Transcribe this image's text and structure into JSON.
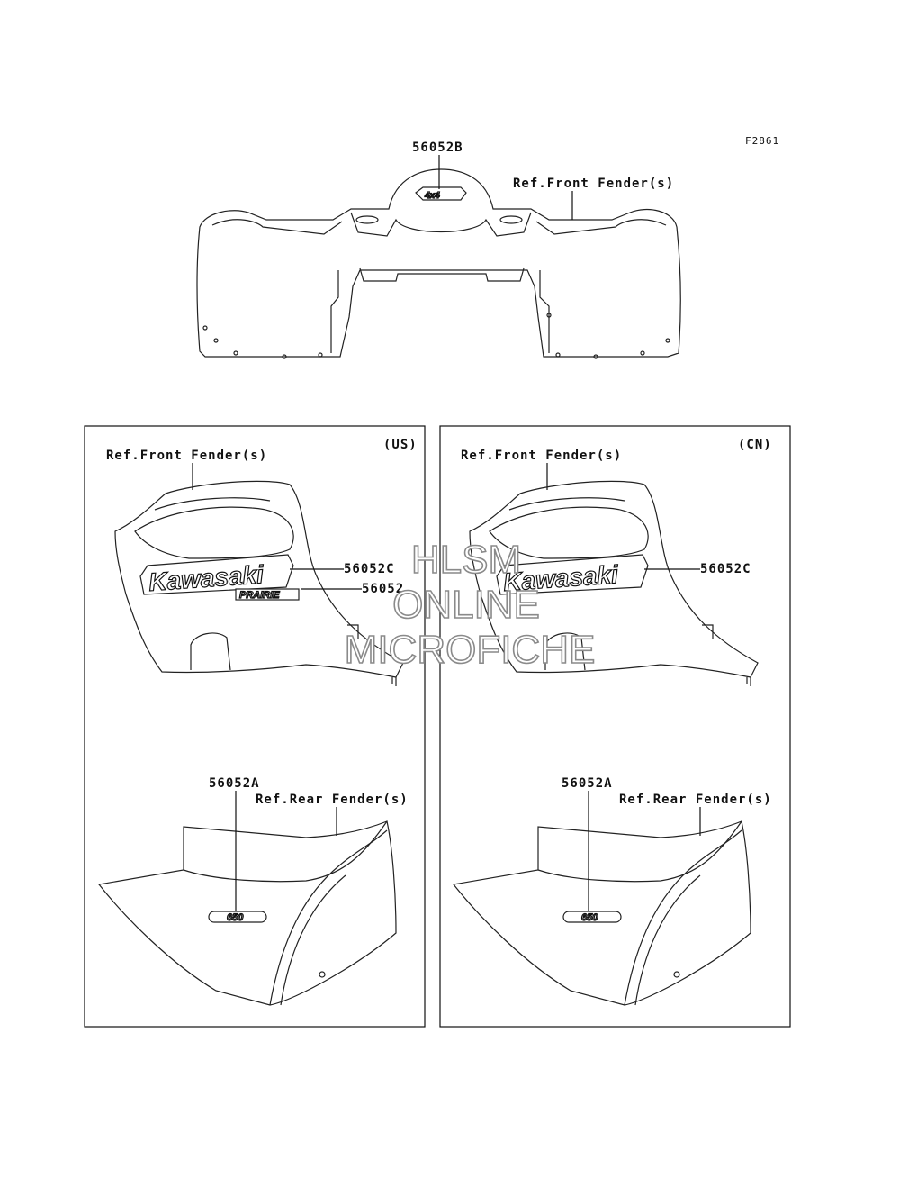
{
  "figure_code": "F2861",
  "top_view": {
    "part_label": "56052B",
    "ref_label": "Ref.Front Fender(s)",
    "emblem_text": "4x4"
  },
  "panels": [
    {
      "region": "(US)",
      "front_ref": "Ref.Front Fender(s)",
      "front_parts": [
        "56052C",
        "56052"
      ],
      "decal_main": "Kawasaki",
      "decal_sub": "PRAIRIE",
      "rear_part": "56052A",
      "rear_ref": "Ref.Rear Fender(s)",
      "rear_emblem": "650"
    },
    {
      "region": "(CN)",
      "front_ref": "Ref.Front Fender(s)",
      "front_parts": [
        "56052C"
      ],
      "decal_main": "Kawasaki",
      "rear_part": "56052A",
      "rear_ref": "Ref.Rear Fender(s)",
      "rear_emblem": "650"
    }
  ],
  "watermark": {
    "line1": "HLSM",
    "line2": "ONLINE",
    "line3": "MICROFICHE"
  }
}
